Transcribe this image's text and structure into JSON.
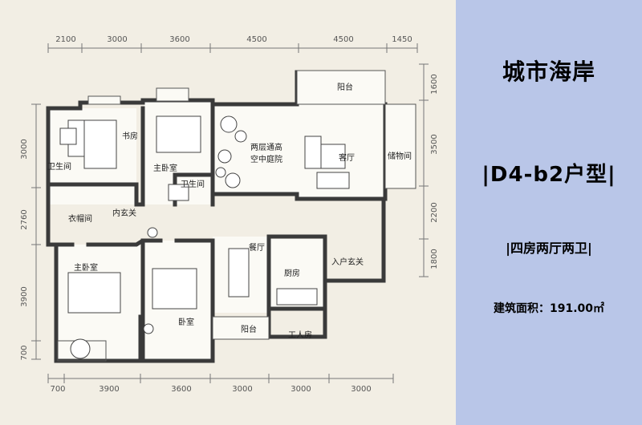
{
  "panel": {
    "project_name": "城市海岸",
    "unit_type": "|D4-b2户型|",
    "layout_desc": "|四房两厅两卫|",
    "area_label": "建筑面积：",
    "area_value": "191.00㎡"
  },
  "dimensions": {
    "top": [
      "2100",
      "3000",
      "3600",
      "4500",
      "4500",
      "1450"
    ],
    "bottom": [
      "700",
      "3900",
      "3600",
      "3000",
      "3000",
      "3000"
    ],
    "left": [
      "3000",
      "2760",
      "3900",
      "700"
    ],
    "right": [
      "1600",
      "3500",
      "2200",
      "1800"
    ]
  },
  "rooms": {
    "study": "书房",
    "master_bedroom_north": "主卧室",
    "courtyard_line1": "两层通高",
    "courtyard_line2": "空中庭院",
    "living_room": "客厅",
    "balcony_north": "阳台",
    "storage": "储物间",
    "bathroom_west": "卫生间",
    "bathroom_center": "卫生间",
    "closet": "衣帽间",
    "inner_foyer": "内玄关",
    "dining_room": "餐厅",
    "kitchen": "厨房",
    "entry_foyer": "入户玄关",
    "master_bedroom_south": "主卧室",
    "bedroom": "卧室",
    "balcony_south": "阳台",
    "servant_room": "工人房"
  }
}
